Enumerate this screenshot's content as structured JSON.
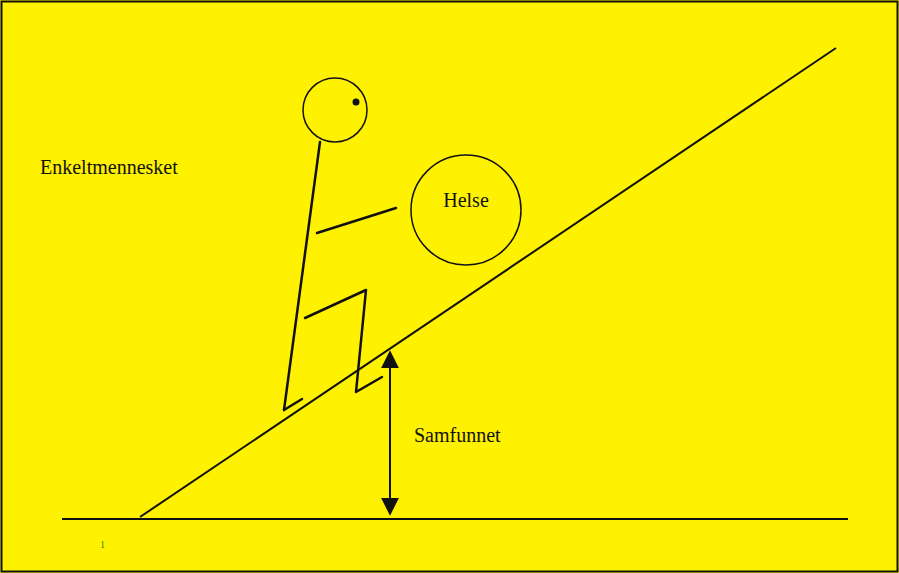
{
  "diagram": {
    "nodes": [
      {
        "text": [
          "Helse"
        ]
      }
    ],
    "labels": [
      "Enkeltmennesket",
      "Samfunnet",
      "1"
    ]
  }
}
